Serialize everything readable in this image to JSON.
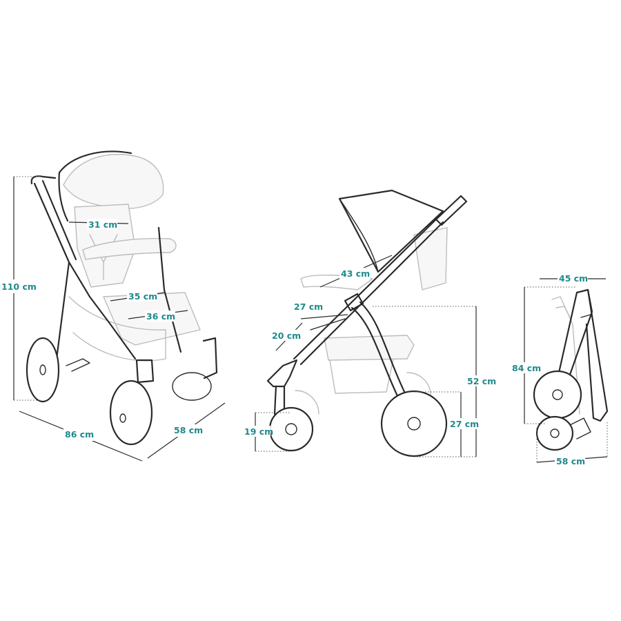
{
  "front_view": {
    "height_label": "110 cm",
    "length_label": "86 cm",
    "width_label": "58 cm",
    "backrest_width_label": "31 cm",
    "seat_width_label": "35 cm",
    "footrest_width_label": "36 cm"
  },
  "side_view": {
    "backrest_length_label": "43 cm",
    "seat_depth_label": "27 cm",
    "legrest_length_label": "20 cm",
    "seat_height_label": "52 cm",
    "rear_wheel_label": "27 cm",
    "front_wheel_label": "19 cm"
  },
  "folded_view": {
    "depth_label": "45 cm",
    "height_label": "84 cm",
    "width_label": "58 cm"
  },
  "colors": {
    "label_text": "#1e8a8c",
    "line": "#2a2a2a",
    "ghost_line": "#bcbcbc"
  }
}
